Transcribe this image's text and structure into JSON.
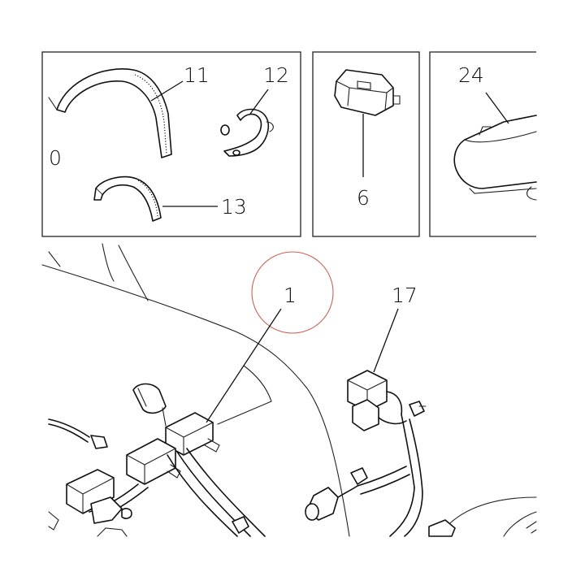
{
  "callouts": {
    "c0": "0",
    "c11": "11",
    "c12": "12",
    "c13": "13",
    "c6": "6",
    "c24": "24",
    "c1": "1",
    "c17": "17"
  },
  "colors": {
    "line": "#111111",
    "highlight_circle": "#c0392b",
    "background": "#ffffff"
  }
}
